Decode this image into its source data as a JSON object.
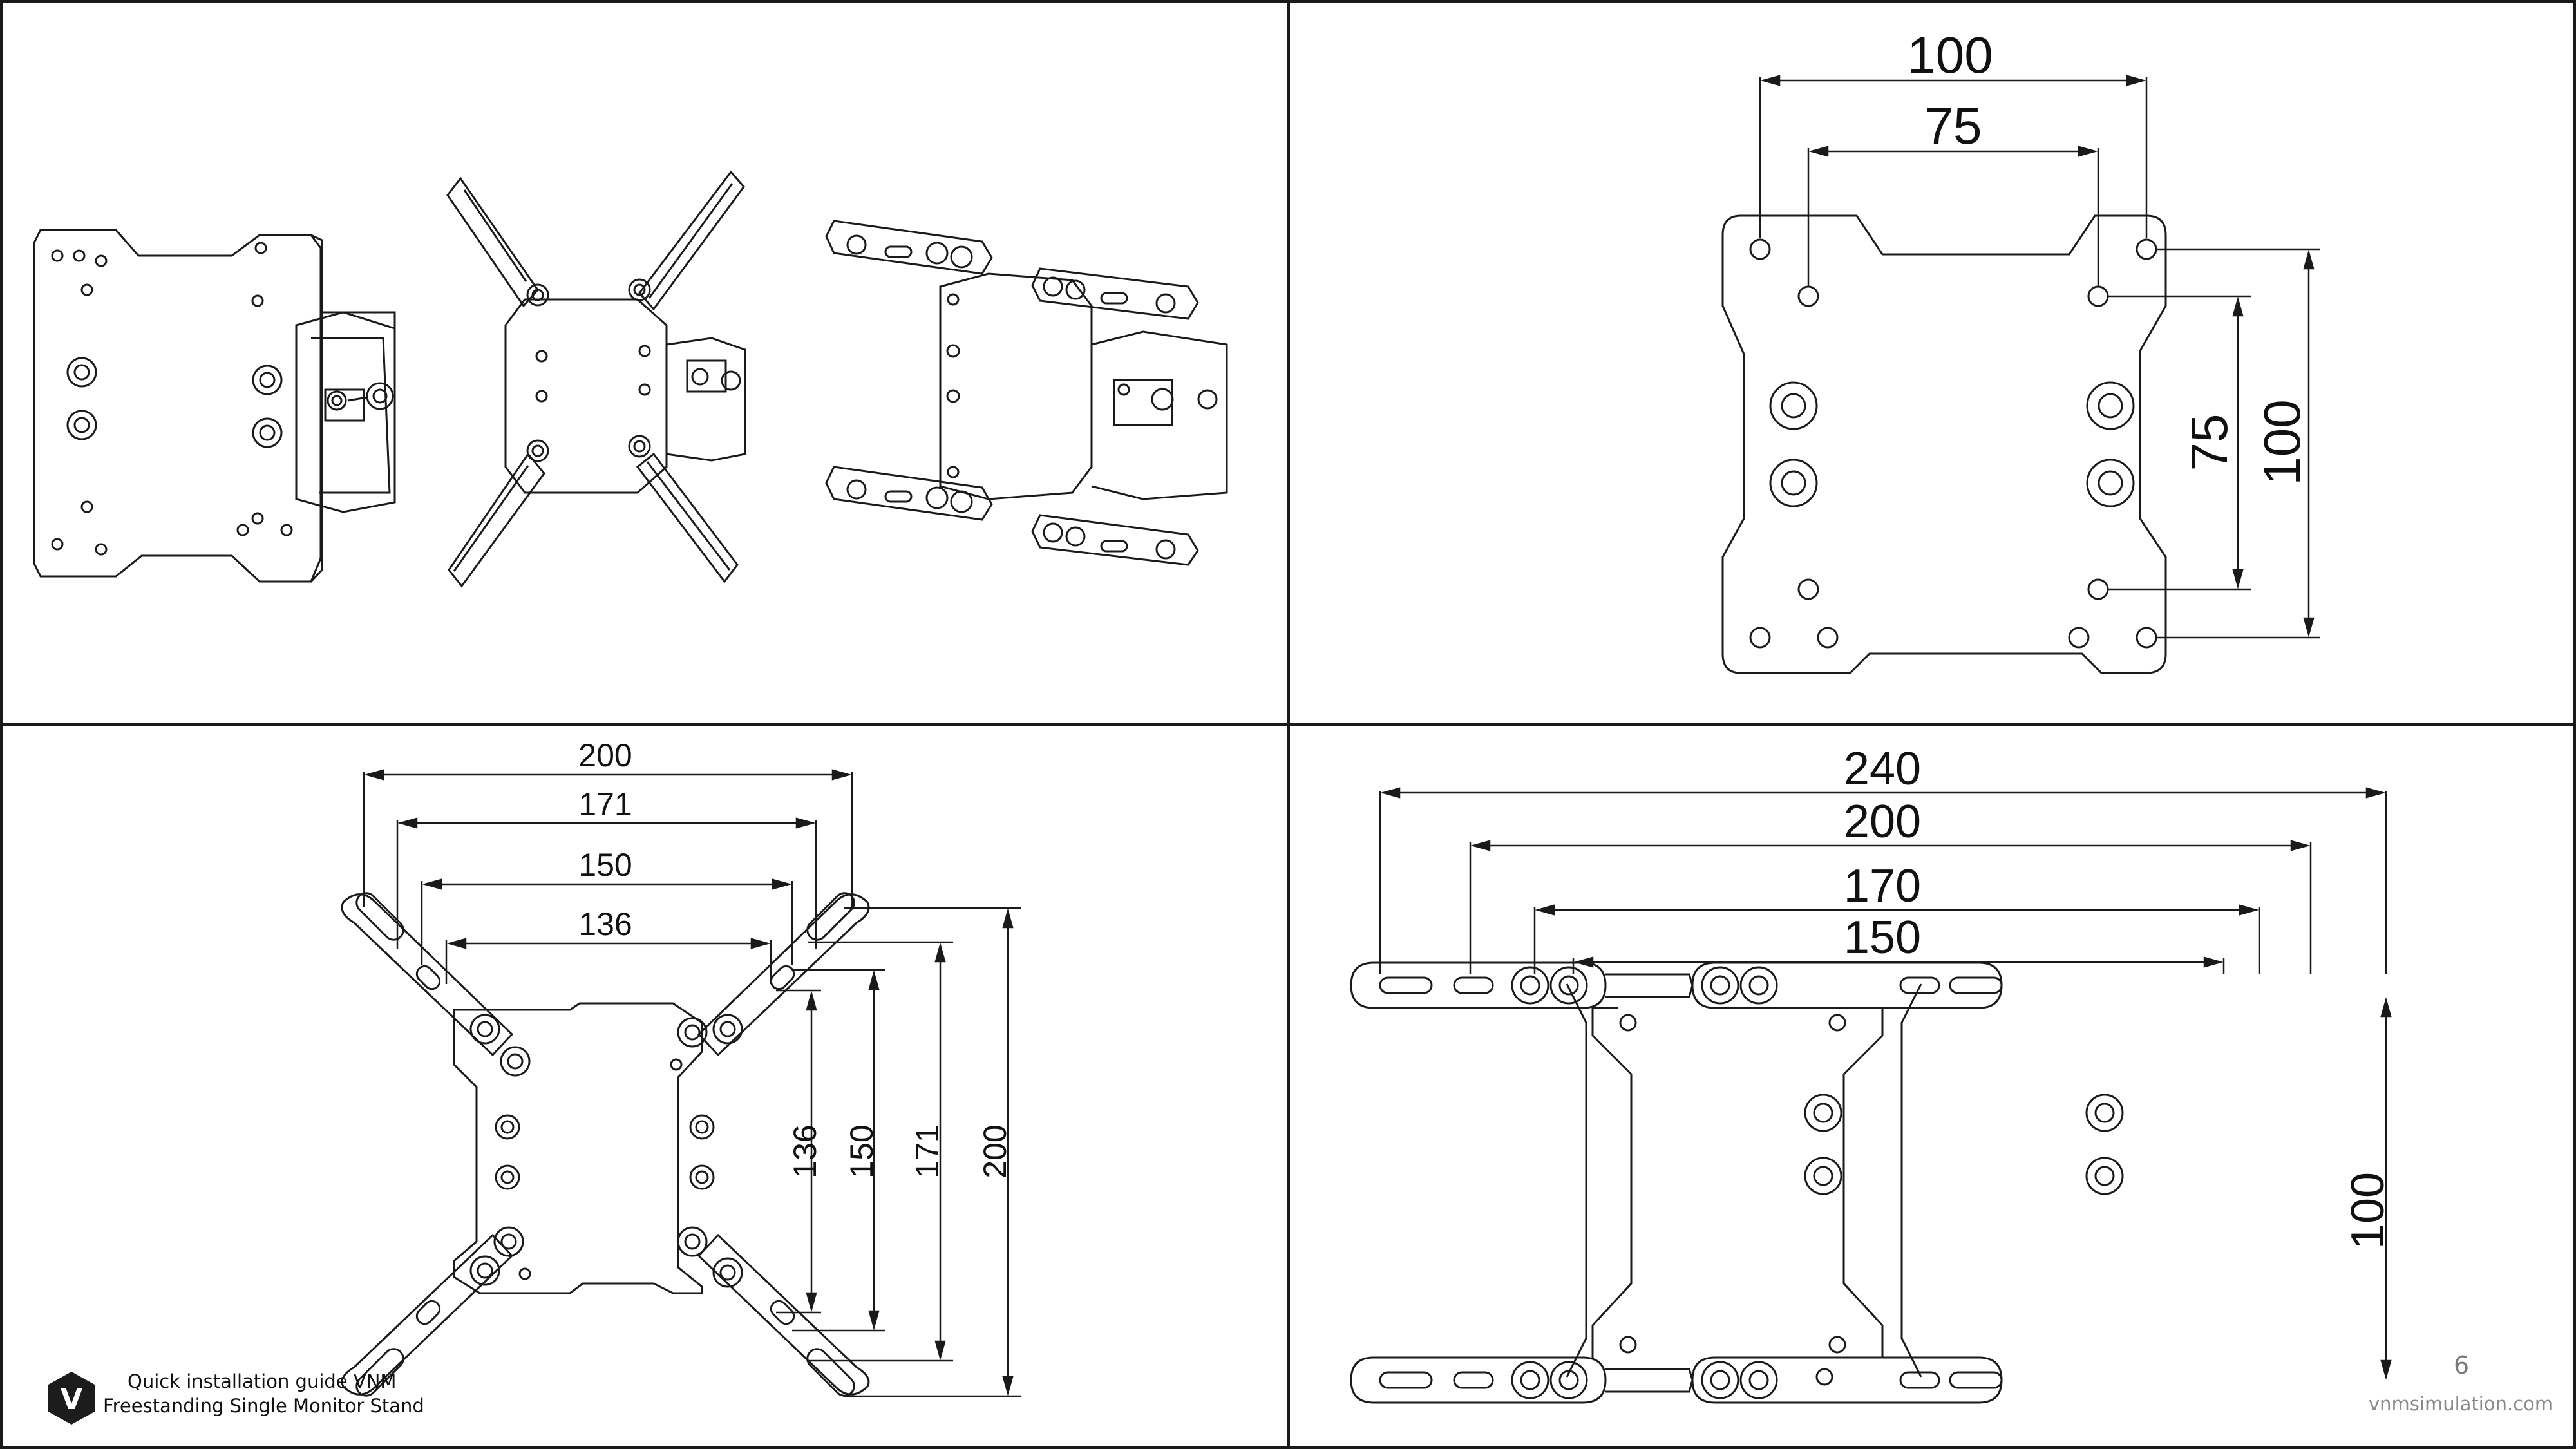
{
  "panels": {
    "overview": {
      "views": [
        "small-bracket",
        "x-bracket",
        "wide-bracket"
      ]
    },
    "vesa_small": {
      "widths": [
        "100",
        "75"
      ],
      "heights": [
        "75",
        "100"
      ]
    },
    "x_bracket": {
      "widths": [
        "200",
        "171",
        "150",
        "136"
      ],
      "heights": [
        "136",
        "150",
        "171",
        "200"
      ]
    },
    "wide_bracket": {
      "widths": [
        "240",
        "200",
        "170",
        "150"
      ],
      "heights": [
        "100"
      ]
    }
  },
  "footer": {
    "logo_letter": "V",
    "guide_line1": "Quick installation guide VNM",
    "guide_line2": "Freestanding Single Monitor Stand",
    "page_number": "6",
    "site_url": "vnmsimulation.com"
  },
  "colors": {
    "line": "#1a1a1a",
    "footer_text": "#111111",
    "muted": "#8a8a8a"
  }
}
